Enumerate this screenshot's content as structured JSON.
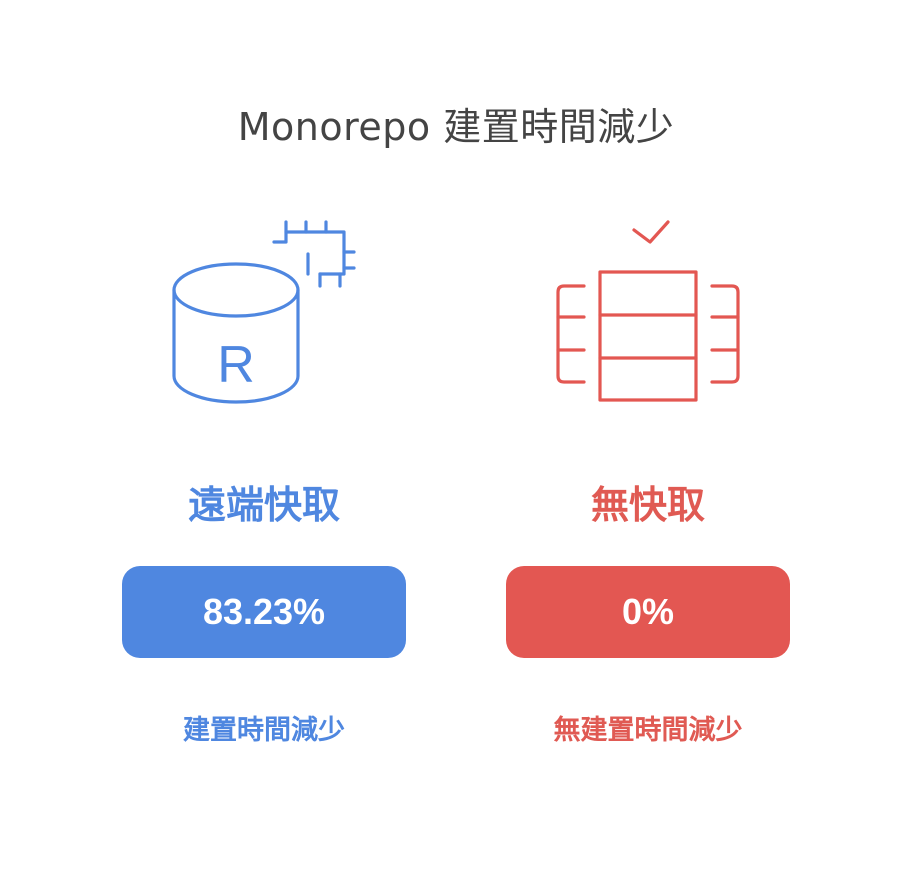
{
  "title": "Monorepo 建置時間減少",
  "colors": {
    "blue": "#4f87e0",
    "red": "#e35752",
    "title_text": "#444444"
  },
  "left": {
    "icon": "database-with-circuit-icon",
    "icon_letter": "R",
    "heading": "遠端快取",
    "value": "83.23%",
    "caption": "建置時間減少"
  },
  "right": {
    "icon": "stacked-server-checkmark-icon",
    "heading": "無快取",
    "value": "0%",
    "caption": "無建置時間減少"
  }
}
